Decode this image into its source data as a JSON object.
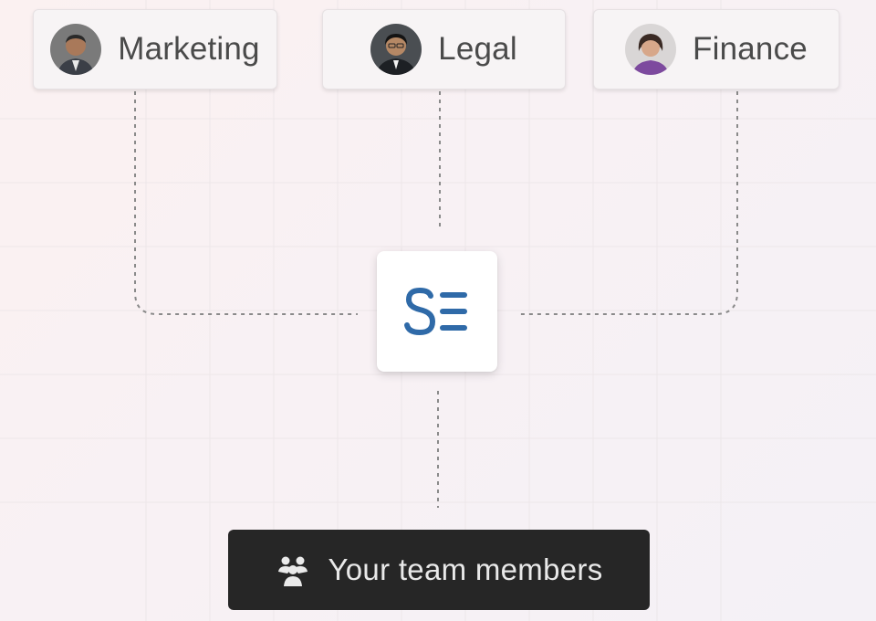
{
  "departments": [
    {
      "label": "Marketing"
    },
    {
      "label": "Legal"
    },
    {
      "label": "Finance"
    }
  ],
  "hub": {
    "logo_text": "SE",
    "icon": "se-logo-icon",
    "color": "#2f6aa8"
  },
  "team_bar": {
    "label": "Your team members",
    "icon": "team-members-icon"
  },
  "colors": {
    "connector": "#8a8a8a",
    "team_bar_bg": "#262626"
  }
}
